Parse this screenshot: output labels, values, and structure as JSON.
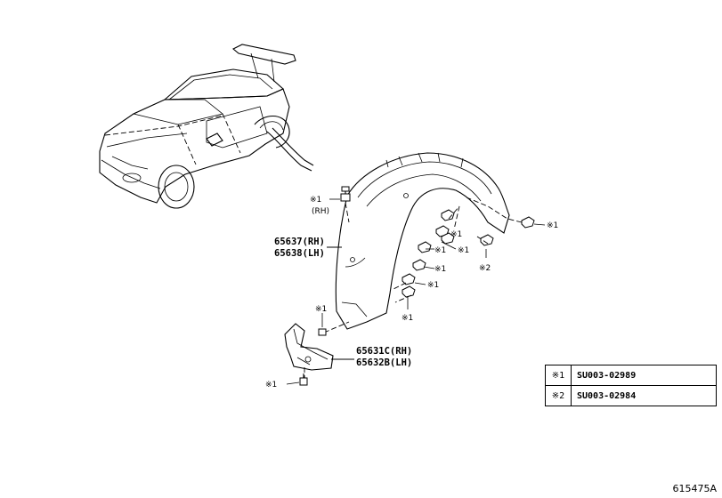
{
  "parts": {
    "liner_rh": "65637(RH)",
    "liner_lh": "65638(LH)",
    "bracket_rh": "65631C(RH)",
    "bracket_lh": "65632B(LH)"
  },
  "marks": {
    "m1": "※1",
    "m2": "※2",
    "rh": "(RH)"
  },
  "legend": [
    {
      "key": "※1",
      "value": "SU003-02989"
    },
    {
      "key": "※2",
      "value": "SU003-02984"
    }
  ],
  "diagram_id": "615475A"
}
